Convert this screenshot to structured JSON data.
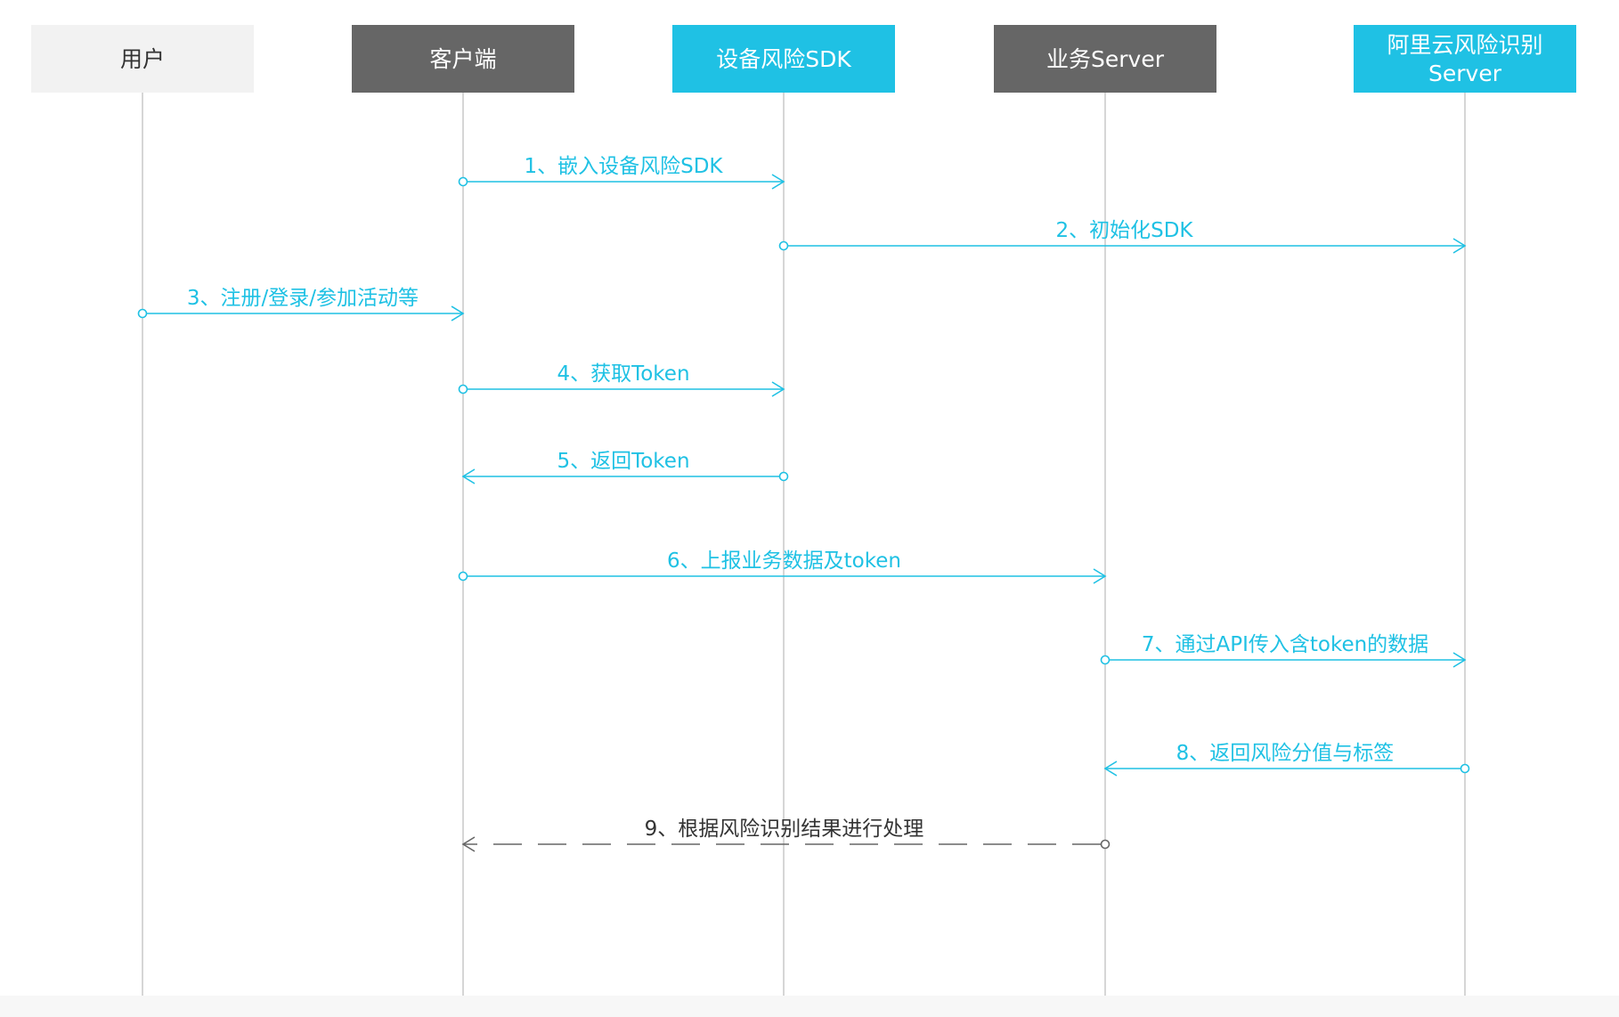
{
  "colors": {
    "accent": "#1fc1e4",
    "dark_box": "#666666",
    "light_box": "#f2f2f2",
    "lifeline": "#c8c8c8",
    "dashed": "#666666",
    "text_dark": "#333333",
    "text_light": "#ffffff"
  },
  "actors": [
    {
      "id": "user",
      "lines": [
        "用户"
      ],
      "style": "light"
    },
    {
      "id": "client",
      "lines": [
        "客户端"
      ],
      "style": "dark"
    },
    {
      "id": "sdk",
      "lines": [
        "设备风险SDK"
      ],
      "style": "accent"
    },
    {
      "id": "biz",
      "lines": [
        "业务Server"
      ],
      "style": "dark"
    },
    {
      "id": "aliyun",
      "lines": [
        "阿里云风险识别",
        "Server"
      ],
      "style": "accent"
    }
  ],
  "messages": [
    {
      "label": "1、嵌入设备风险SDK",
      "from": "client",
      "to": "sdk",
      "dashed": false
    },
    {
      "label": "2、初始化SDK",
      "from": "sdk",
      "to": "aliyun",
      "dashed": false
    },
    {
      "label": "3、注册/登录/参加活动等",
      "from": "user",
      "to": "client",
      "dashed": false
    },
    {
      "label": "4、获取Token",
      "from": "client",
      "to": "sdk",
      "dashed": false
    },
    {
      "label": "5、返回Token",
      "from": "sdk",
      "to": "client",
      "dashed": false
    },
    {
      "label": "6、上报业务数据及token",
      "from": "client",
      "to": "biz",
      "dashed": false
    },
    {
      "label": "7、通过API传入含token的数据",
      "from": "biz",
      "to": "aliyun",
      "dashed": false
    },
    {
      "label": "8、返回风险分值与标签",
      "from": "aliyun",
      "to": "biz",
      "dashed": false
    },
    {
      "label": "9、根据风险识别结果进行处理",
      "from": "biz",
      "to": "client",
      "dashed": true
    }
  ]
}
